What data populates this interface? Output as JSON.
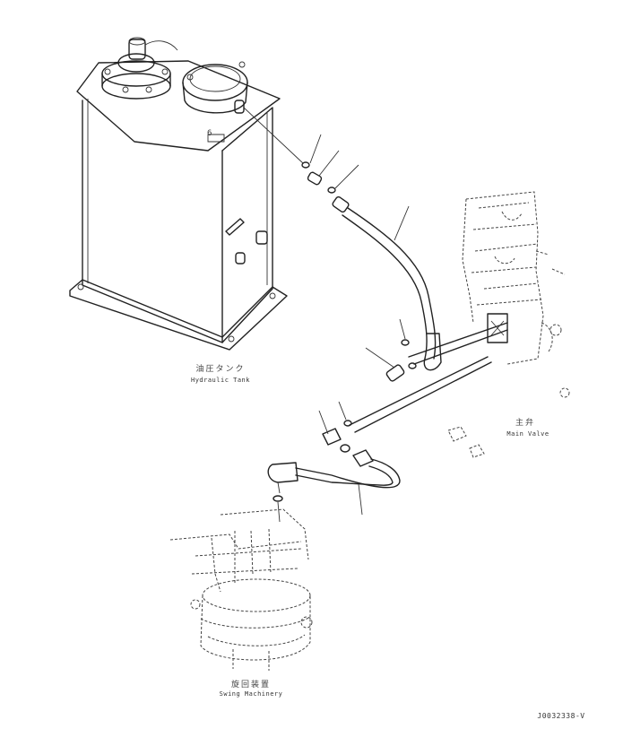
{
  "labels": {
    "hydraulic_tank_cjk": "油圧タンク",
    "hydraulic_tank": "Hydraulic Tank",
    "main_valve_cjk": "主弁",
    "main_valve": "Main Valve",
    "swing_machinery_cjk": "旋回装置",
    "swing_machinery": "Swing Machinery",
    "tank_marker": "6",
    "drawing_number": "J0032338-V"
  }
}
